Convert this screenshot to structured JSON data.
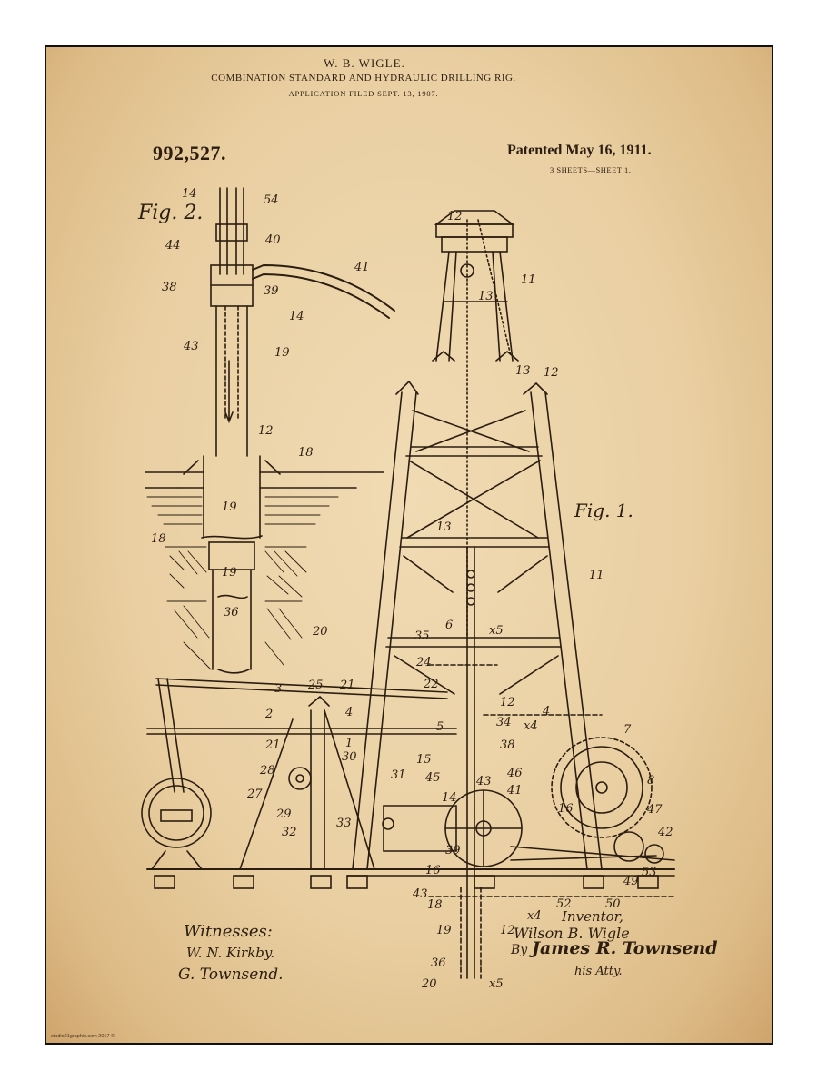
{
  "header": {
    "inventor_name": "W. B. WIGLE.",
    "title": "COMBINATION STANDARD AND HYDRAULIC DRILLING RIG.",
    "filed": "APPLICATION FILED SEPT. 13, 1907.",
    "patent_number": "992,527.",
    "patented_date": "Patented May 16, 1911.",
    "sheets": "3 SHEETS—SHEET 1."
  },
  "figures": {
    "fig2_label": "Fig. 2.",
    "fig1_label": "Fig. 1."
  },
  "signatures": {
    "witnesses_label": "Witnesses:",
    "witness_1": "W. N. Kirkby.",
    "witness_2": "G. Townsend.",
    "inventor_label": "Inventor,",
    "inventor_name": "Wilson B. Wigle",
    "attorney_by": "By",
    "attorney_name": "James R. Townsend",
    "attorney_title": "his Atty."
  },
  "footer": {
    "copyright": "studio21graphix.com 2017 ©"
  },
  "ref_numerals": {
    "n14": "14",
    "n54": "54",
    "n44": "44",
    "n40": "40",
    "n41": "41",
    "n38": "38",
    "n39": "39",
    "n43": "43",
    "n19": "19",
    "n12": "12",
    "n18": "18",
    "n36": "36",
    "n20": "20",
    "n11": "11",
    "n13": "13",
    "n6": "6",
    "n35": "35",
    "n24": "24",
    "n22": "22",
    "n3": "3",
    "n25": "25",
    "n21": "21",
    "n2": "2",
    "n4": "4",
    "n5": "5",
    "n1": "1",
    "n30": "30",
    "n28": "28",
    "n27": "27",
    "n29": "29",
    "n32": "32",
    "n33": "33",
    "n31": "31",
    "n15": "15",
    "n34": "34",
    "n45": "45",
    "n46": "46",
    "n16": "16",
    "n7": "7",
    "n8": "8",
    "n47": "47",
    "n42": "42",
    "n49": "49",
    "n50": "50",
    "n52": "52",
    "n53": "53",
    "x4": "x4",
    "x5": "x5"
  },
  "colors": {
    "paper_center": "#f1dbb4",
    "paper_edge": "#cfa46c",
    "ink": "#2b1d10",
    "frame": "#111111"
  }
}
